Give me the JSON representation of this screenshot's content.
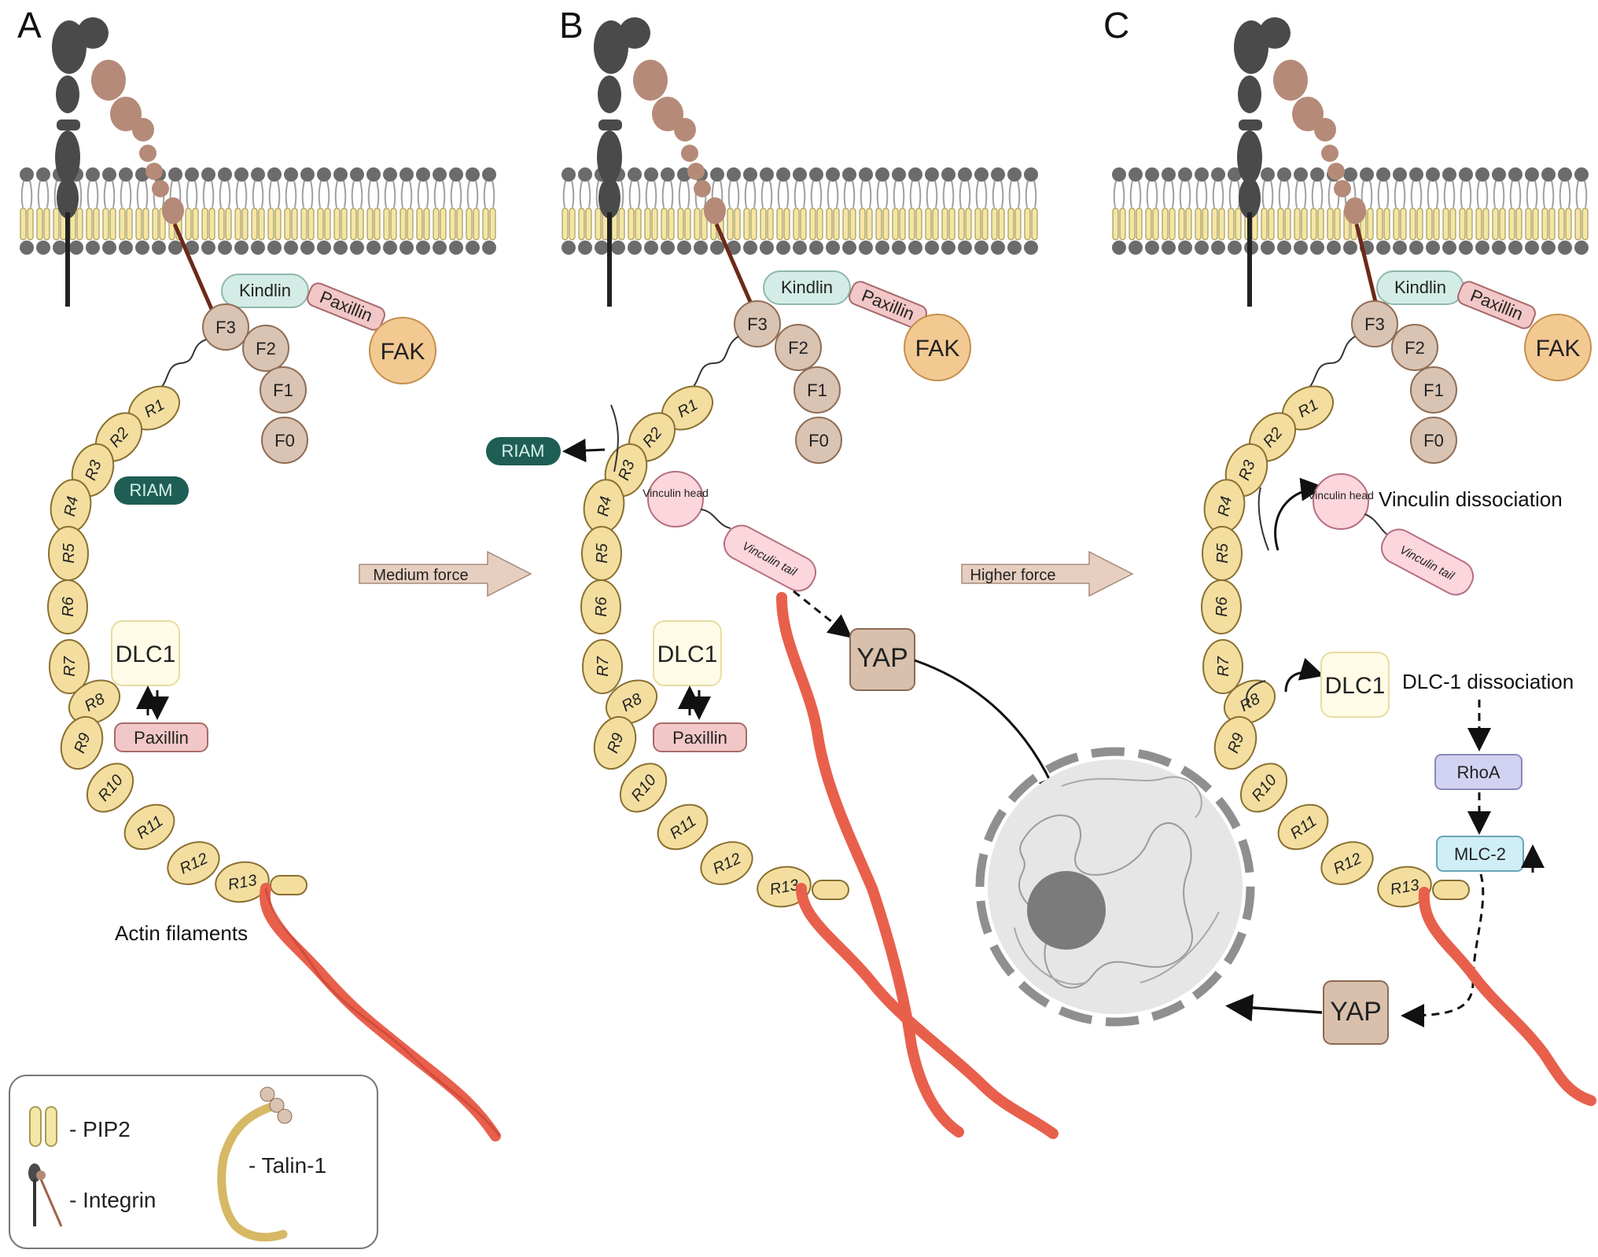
{
  "panels": [
    {
      "letter": "A",
      "labels": {
        "kindlin": "Kindlin",
        "paxillin_top": "Paxillin",
        "fak": "FAK",
        "f3": "F3",
        "f2": "F2",
        "f1": "F1",
        "f0": "F0",
        "riam": "RIAM",
        "dlc1": "DLC1",
        "paxillin_mid": "Paxillin",
        "actin": "Actin filaments"
      }
    },
    {
      "letter": "B",
      "labels": {
        "kindlin": "Kindlin",
        "paxillin_top": "Paxillin",
        "fak": "FAK",
        "f3": "F3",
        "f2": "F2",
        "f1": "F1",
        "f0": "F0",
        "riam": "RIAM",
        "vinculin_head": "Vinculin head",
        "vinculin_tail": "Vinculin tail",
        "dlc1": "DLC1",
        "paxillin_mid": "Paxillin",
        "yap": "YAP"
      }
    },
    {
      "letter": "C",
      "labels": {
        "kindlin": "Kindlin",
        "paxillin_top": "Paxillin",
        "fak": "FAK",
        "f3": "F3",
        "f2": "F2",
        "f1": "F1",
        "f0": "F0",
        "vinculin_head": "Vinculin head",
        "vinculin_tail": "Vinculin tail",
        "vinculin_dissociation": "Vinculin dissociation",
        "dlc1": "DLC1",
        "dlc1_dissociation": "DLC-1 dissociation",
        "rhoa": "RhoA",
        "mlc2": "MLC-2",
        "yap": "YAP"
      }
    }
  ],
  "rod_domains": [
    "R1",
    "R2",
    "R3",
    "R4",
    "R5",
    "R6",
    "R7",
    "R8",
    "R9",
    "R10",
    "R11",
    "R12",
    "R13"
  ],
  "arrows": {
    "medium": "Medium force",
    "higher": "Higher force"
  },
  "legend": {
    "pip2": "- PIP2",
    "integrin": "- Integrin",
    "talin": "- Talin-1"
  },
  "colors": {
    "head_group": "#6b6b6b",
    "lipid_tail": "#f3e6a6",
    "integrin_dark": "#4a4a4a",
    "integrin_brown": "#b58a78",
    "kindlin": "#d4ece6",
    "paxillin": "#f2c7c7",
    "fak": "#f3c992",
    "ferm": "#d9c3b3",
    "rod": "#f3dea0",
    "riam": "#1e5e55",
    "dlc1": "#fffbe6",
    "vinculin": "#fbd6dc",
    "yap": "#d8c0ac",
    "rhoa": "#d2d2f2",
    "mlc2": "#cfeef5",
    "actin": "#e8604c",
    "nucleus": "#e6e6e6",
    "arrow_fill": "#e6cfc0"
  }
}
